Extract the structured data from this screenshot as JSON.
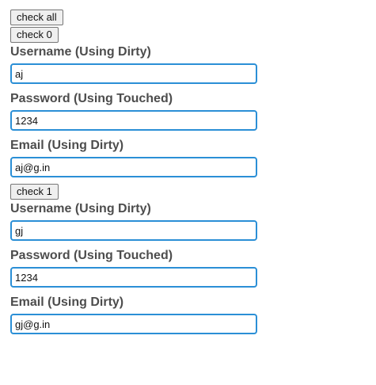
{
  "buttons": {
    "check_all": "check all"
  },
  "groups": [
    {
      "check_label": "check 0",
      "fields": [
        {
          "label": "Username (Using Dirty)",
          "value": "aj"
        },
        {
          "label": "Password (Using Touched)",
          "value": "1234"
        },
        {
          "label": "Email (Using Dirty)",
          "value": "aj@g.in"
        }
      ]
    },
    {
      "check_label": "check 1",
      "fields": [
        {
          "label": "Username (Using Dirty)",
          "value": "gj"
        },
        {
          "label": "Password (Using Touched)",
          "value": "1234"
        },
        {
          "label": "Email (Using Dirty)",
          "value": "gj@g.in"
        }
      ]
    }
  ],
  "colors": {
    "input_border": "#2b8fd6",
    "label_text": "#4d4d4d"
  }
}
